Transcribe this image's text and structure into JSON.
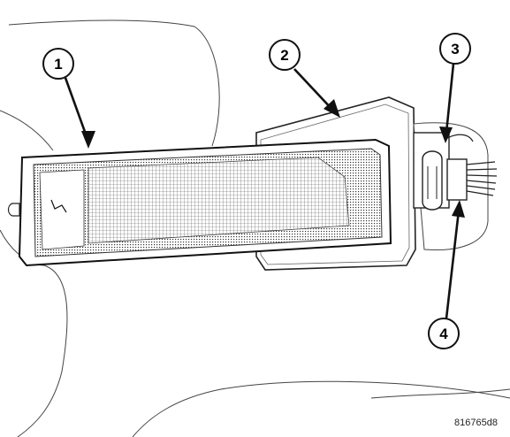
{
  "callouts": [
    {
      "label": "1",
      "name": "lens"
    },
    {
      "label": "2",
      "name": "housing"
    },
    {
      "label": "3",
      "name": "retaining-clip"
    },
    {
      "label": "4",
      "name": "connector"
    }
  ],
  "figure_code": "816765d8"
}
